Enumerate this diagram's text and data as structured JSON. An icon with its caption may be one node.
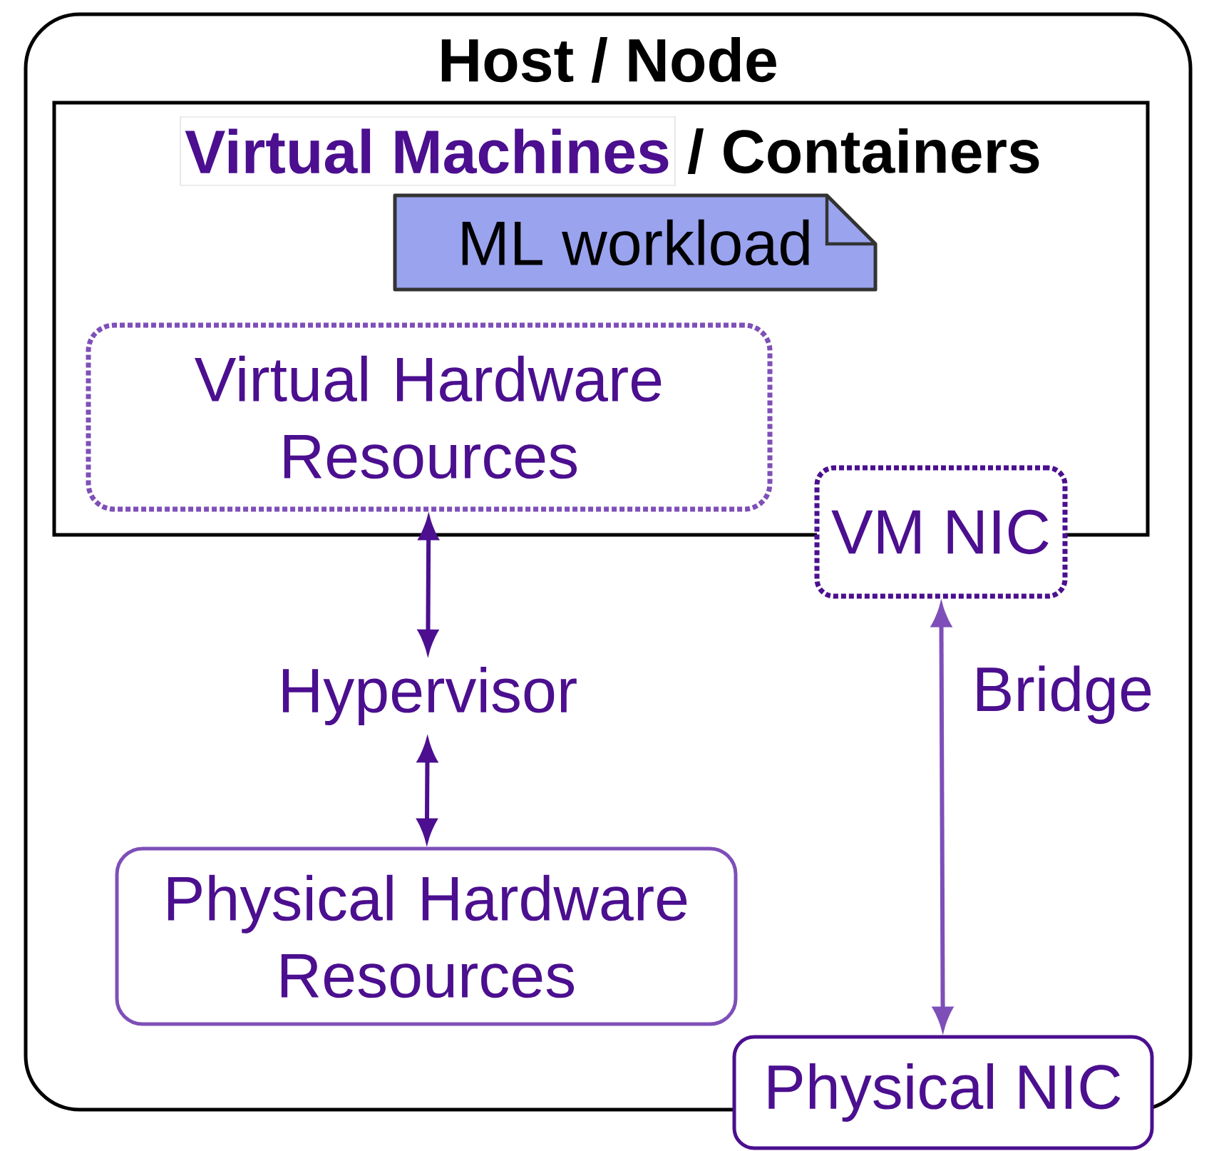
{
  "diagram": {
    "nodes": [
      {
        "text": [
          "Host / Node"
        ]
      },
      {
        "text": [
          "Virtual Machines",
          "/ Containers"
        ],
        "in": 0
      },
      {
        "text": [
          "ML workload"
        ],
        "in": 1
      },
      {
        "text": [
          "Virtual Hardware Resources"
        ],
        "in": 1
      },
      {
        "text": [
          "VM NIC"
        ],
        "in": 0
      },
      {
        "text": [
          "Hypervisor"
        ],
        "in": 0
      },
      {
        "text": [
          "Physical Hardware Resources"
        ],
        "in": 0
      },
      {
        "text": [
          "Physical NIC"
        ]
      }
    ],
    "edges": [
      {
        "from": 3,
        "to": 5,
        "arrow": "both",
        "color": "#4b0f8f"
      },
      {
        "from": 5,
        "to": 6,
        "arrow": "both",
        "color": "#4b0f8f"
      },
      {
        "from": 4,
        "to": 7,
        "arrow": "both",
        "label": "Bridge",
        "color": "#7e4fb8"
      }
    ]
  }
}
